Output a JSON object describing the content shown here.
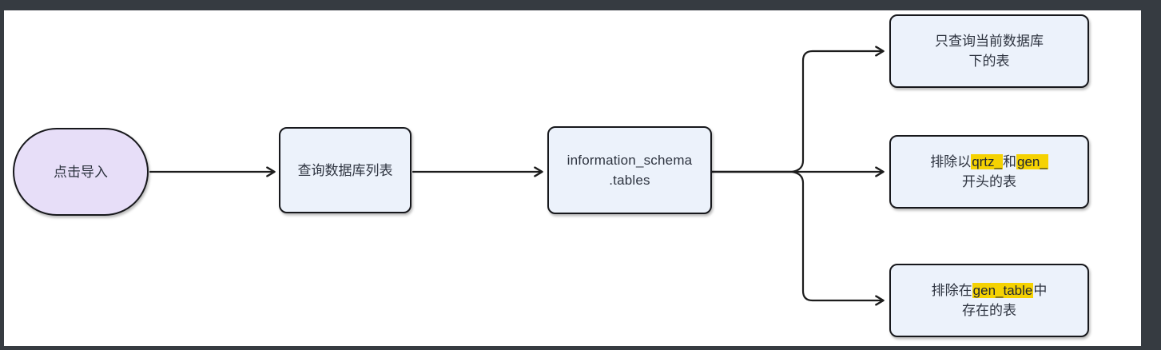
{
  "frame": {
    "surround_color": "#363b41",
    "canvas_color": "#ffffff"
  },
  "colors": {
    "shape_border": "#17181c",
    "process_fill": "#ecf2fb",
    "start_fill": "#e7def8",
    "highlight": "#f5d202",
    "text": "#2e3440",
    "connector": "#1c1c1c"
  },
  "diagram": {
    "type": "flowchart",
    "direction": "left-to-right",
    "nodes": {
      "start": {
        "shape": "stadium",
        "label": "点击导入"
      },
      "query_db_list": {
        "shape": "process",
        "label": "查询数据库列表"
      },
      "info_schema": {
        "shape": "process",
        "line1": "information_schema",
        "line2": ".tables"
      },
      "only_current_db": {
        "shape": "process",
        "line1": "只查询当前数据库",
        "line2": "下的表"
      },
      "exclude_prefix": {
        "shape": "process",
        "line1_segments": [
          {
            "text": "排除以",
            "highlight": false
          },
          {
            "text": "qrtz_",
            "highlight": true
          },
          {
            "text": "和",
            "highlight": false
          },
          {
            "text": "gen_",
            "highlight": true
          }
        ],
        "line2": "开头的表"
      },
      "exclude_gen_table": {
        "shape": "process",
        "line1_segments": [
          {
            "text": "排除在",
            "highlight": false
          },
          {
            "text": "gen_table",
            "highlight": true
          },
          {
            "text": "中",
            "highlight": false
          }
        ],
        "line2": "存在的表"
      }
    },
    "edges": [
      {
        "from": "start",
        "to": "query_db_list"
      },
      {
        "from": "query_db_list",
        "to": "info_schema"
      },
      {
        "from": "info_schema",
        "to": "only_current_db"
      },
      {
        "from": "info_schema",
        "to": "exclude_prefix"
      },
      {
        "from": "info_schema",
        "to": "exclude_gen_table"
      }
    ]
  }
}
